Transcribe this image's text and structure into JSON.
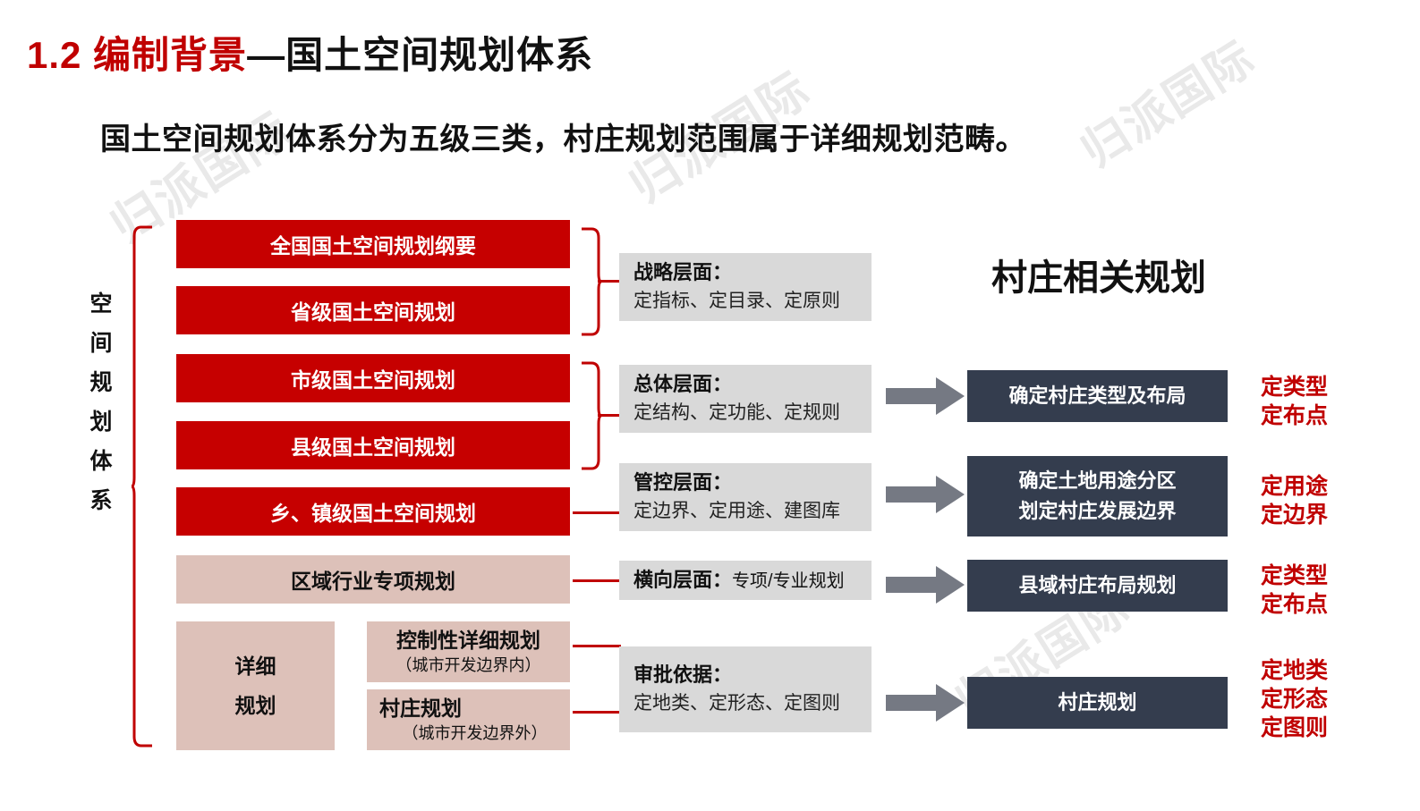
{
  "slide": {
    "title_red": "1.2 编制背景",
    "title_black": "—国土空间规划体系",
    "subtitle": "国土空间规划体系分为五级三类，村庄规划范围属于详细规划范畴。",
    "watermark": "归派国际",
    "colors": {
      "accent_red": "#c00000",
      "box_red": "#c60000",
      "box_pink": "#ddc1b9",
      "box_gray": "#d9d9d9",
      "box_navy": "#343d4e",
      "arrow_gray": "#757983"
    }
  },
  "left_axis": {
    "label_chars": [
      "空",
      "间",
      "规",
      "划",
      "体",
      "系"
    ]
  },
  "levels": [
    {
      "label": "全国国土空间规划纲要",
      "style": "red"
    },
    {
      "label": "省级国土空间规划",
      "style": "red"
    },
    {
      "label": "市级国土空间规划",
      "style": "red"
    },
    {
      "label": "县级国土空间规划",
      "style": "red"
    },
    {
      "label": "乡、镇级国土空间规划",
      "style": "red"
    },
    {
      "label": "区域行业专项规划",
      "style": "pink"
    }
  ],
  "detail_group": {
    "label_line1": "详细",
    "label_line2": "规划",
    "items": [
      {
        "main": "控制性详细规划",
        "sub": "（城市开发边界内）"
      },
      {
        "main": "村庄规划",
        "sub": "（城市开发边界外）"
      }
    ]
  },
  "tiers": [
    {
      "head": "战略层面：",
      "sub": "定指标、定目录、定原则",
      "inline": false
    },
    {
      "head": "总体层面：",
      "sub": "定结构、定功能、定规则",
      "inline": false
    },
    {
      "head": "管控层面：",
      "sub": "定边界、定用途、建图库",
      "inline": false
    },
    {
      "head": "横向层面：",
      "sub": "专项/专业规划",
      "inline": true
    },
    {
      "head": "审批依据：",
      "sub": "定地类、定形态、定图则",
      "inline": false
    }
  ],
  "right": {
    "title": "村庄相关规划",
    "outputs": [
      {
        "lines": [
          "确定村庄类型及布局"
        ],
        "note": [
          "定类型",
          "定布点"
        ]
      },
      {
        "lines": [
          "确定土地用途分区",
          "划定村庄发展边界"
        ],
        "note": [
          "定用途",
          "定边界"
        ]
      },
      {
        "lines": [
          "县域村庄布局规划"
        ],
        "note": [
          "定类型",
          "定布点"
        ]
      },
      {
        "lines": [
          "村庄规划"
        ],
        "note": [
          "定地类",
          "定形态",
          "定图则"
        ]
      }
    ]
  },
  "icons": {
    "arrow": "right-arrow-icon",
    "brace": "curly-brace-icon"
  }
}
